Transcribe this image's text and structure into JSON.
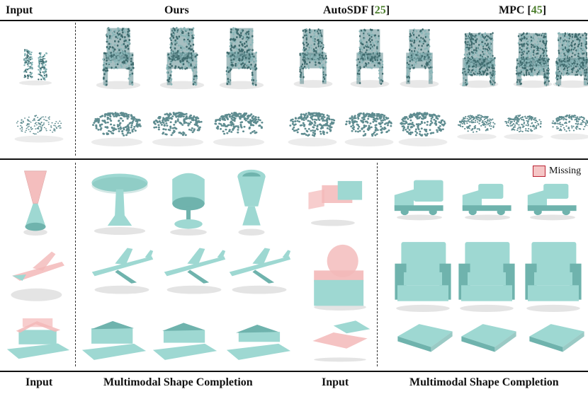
{
  "header_top": {
    "input": "Input",
    "ours": "Ours",
    "autosdf": "AutoSDF [",
    "autosdf_ref": "25",
    "mpc": "MPC [",
    "mpc_ref": "45",
    "close": "]"
  },
  "footer": {
    "input_left": "Input",
    "completion_left": "Multimodal Shape Completion",
    "input_right": "Input",
    "completion_right": "Multimodal Shape Completion"
  },
  "legend": {
    "label": "Missing"
  },
  "colors": {
    "shape": "#9ed8d2",
    "shape_dark": "#6fb3ad",
    "point": "#5c8b8e",
    "missing": "#f3b8b8",
    "ref_green": "#4a7d2a"
  }
}
